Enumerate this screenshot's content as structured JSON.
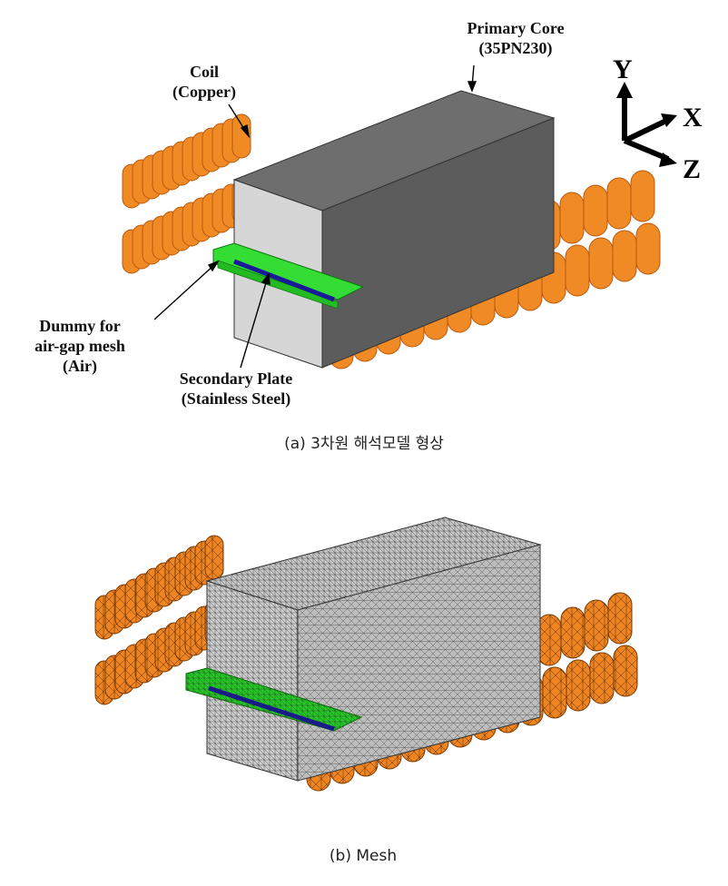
{
  "panel_a": {
    "labels": {
      "coil": [
        "Coil",
        "(Copper)"
      ],
      "core": [
        "Primary Core",
        "(35PN230)"
      ],
      "dummy": [
        "Dummy for",
        "air-gap mesh",
        "(Air)"
      ],
      "plate": [
        "Secondary Plate",
        "(Stainless Steel)"
      ]
    },
    "axes": {
      "y": "Y",
      "x": "X",
      "z": "Z"
    },
    "caption": "(a) 3차원 해석모델 형상"
  },
  "panel_b": {
    "caption": "(b) Mesh"
  },
  "colors": {
    "copper": "#f08a24",
    "copper_dark": "#b85a10",
    "core_front": "#d4d4d4",
    "core_top": "#6e6e6e",
    "dummy_green": "#33dd33",
    "plate_blue": "#1a1a99",
    "mesh_core": "#bdbdbd",
    "mesh_copper": "#ee8422"
  }
}
